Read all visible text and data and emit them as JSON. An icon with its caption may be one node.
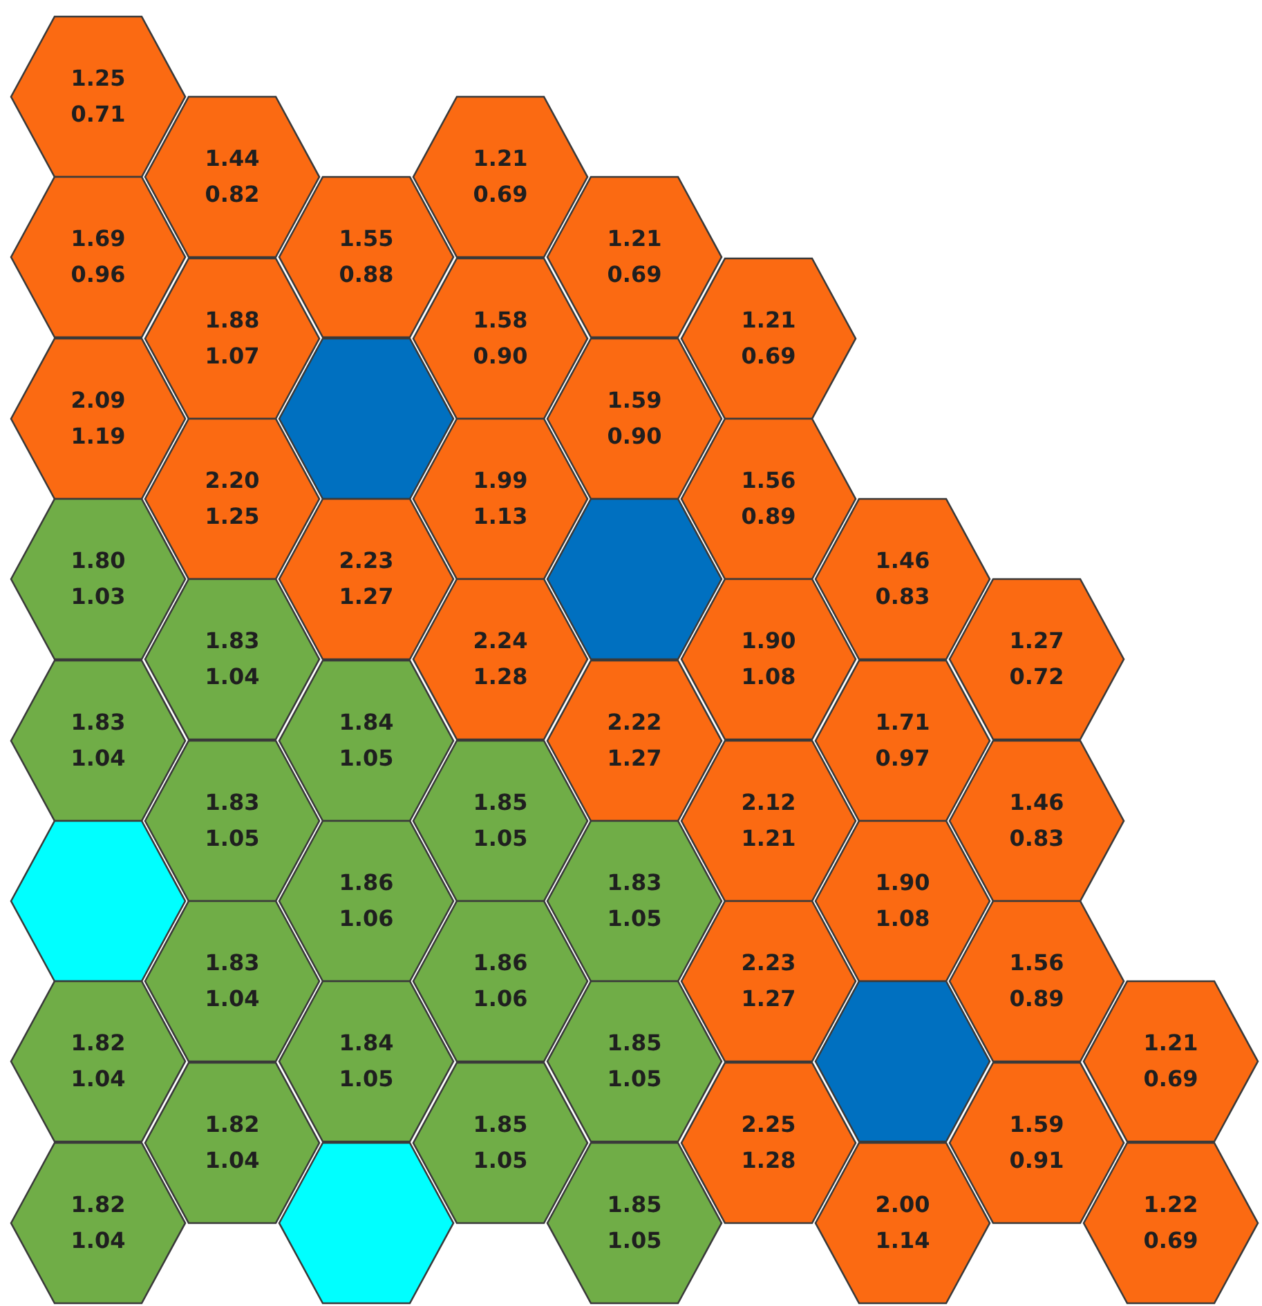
{
  "diagram": {
    "nodes": [
      {
        "text": [
          "1.25",
          "0.71"
        ]
      },
      {
        "text": [
          "1.44",
          "0.82"
        ]
      },
      {
        "text": [
          "1.21",
          "0.69"
        ]
      },
      {
        "text": [
          "1.69",
          "0.96"
        ]
      },
      {
        "text": [
          "1.55",
          "0.88"
        ]
      },
      {
        "text": [
          "1.21",
          "0.69"
        ]
      },
      {
        "text": [
          "1.88",
          "1.07"
        ]
      },
      {
        "text": [
          "1.58",
          "0.90"
        ]
      },
      {
        "text": [
          "1.21",
          "0.69"
        ]
      },
      {
        "text": [
          "2.09",
          "1.19"
        ]
      },
      {
        "text": [],
        "shape": "hexagon"
      },
      {
        "text": [
          "1.59",
          "0.90"
        ]
      },
      {
        "text": [
          "2.20",
          "1.25"
        ]
      },
      {
        "text": [
          "1.99",
          "1.13"
        ]
      },
      {
        "text": [
          "1.56",
          "0.89"
        ]
      },
      {
        "text": [
          "1.80",
          "1.03"
        ]
      },
      {
        "text": [
          "2.23",
          "1.27"
        ]
      },
      {
        "text": [],
        "shape": "hexagon"
      },
      {
        "text": [
          "1.46",
          "0.83"
        ]
      },
      {
        "text": [
          "1.83",
          "1.04"
        ]
      },
      {
        "text": [
          "2.24",
          "1.28"
        ]
      },
      {
        "text": [
          "1.90",
          "1.08"
        ]
      },
      {
        "text": [
          "1.27",
          "0.72"
        ]
      },
      {
        "text": [
          "1.83",
          "1.04"
        ]
      },
      {
        "text": [
          "1.84",
          "1.05"
        ]
      },
      {
        "text": [
          "2.22",
          "1.27"
        ]
      },
      {
        "text": [
          "1.71",
          "0.97"
        ]
      },
      {
        "text": [
          "1.83",
          "1.05"
        ]
      },
      {
        "text": [
          "1.85",
          "1.05"
        ]
      },
      {
        "text": [
          "2.12",
          "1.21"
        ]
      },
      {
        "text": [
          "1.46",
          "0.83"
        ]
      },
      {
        "text": [],
        "shape": "hexagon"
      },
      {
        "text": [
          "1.86",
          "1.06"
        ]
      },
      {
        "text": [
          "1.83",
          "1.05"
        ]
      },
      {
        "text": [
          "1.90",
          "1.08"
        ]
      },
      {
        "text": [
          "1.83",
          "1.04"
        ]
      },
      {
        "text": [
          "1.86",
          "1.06"
        ]
      },
      {
        "text": [
          "2.23",
          "1.27"
        ]
      },
      {
        "text": [
          "1.56",
          "0.89"
        ]
      },
      {
        "text": [
          "1.82",
          "1.04"
        ]
      },
      {
        "text": [
          "1.84",
          "1.05"
        ]
      },
      {
        "text": [
          "1.85",
          "1.05"
        ]
      },
      {
        "text": [],
        "shape": "hexagon"
      },
      {
        "text": [
          "1.21",
          "0.69"
        ]
      },
      {
        "text": [
          "1.82",
          "1.04"
        ]
      },
      {
        "text": [
          "1.85",
          "1.05"
        ]
      },
      {
        "text": [
          "2.25",
          "1.28"
        ]
      },
      {
        "text": [
          "1.59",
          "0.91"
        ]
      },
      {
        "text": [
          "1.82",
          "1.04"
        ]
      },
      {
        "text": [],
        "shape": "hexagon"
      },
      {
        "text": [
          "1.85",
          "1.05"
        ]
      },
      {
        "text": [
          "2.00",
          "1.14"
        ]
      },
      {
        "text": [
          "1.22",
          "0.69"
        ]
      }
    ]
  }
}
